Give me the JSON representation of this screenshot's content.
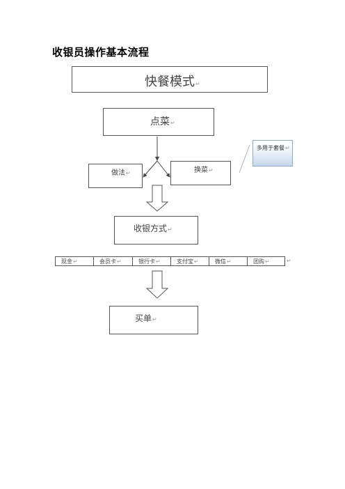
{
  "document": {
    "title": "收银员操作基本流程"
  },
  "flow": {
    "mode": "快餐模式",
    "order": "点菜",
    "method": "做法",
    "swap": "换菜",
    "note": "多用于套餐",
    "payment_title": "收银方式",
    "payments": [
      "现金",
      "会员卡",
      "银行卡",
      "支付宝",
      "微信",
      "团购"
    ],
    "checkout": "买单"
  },
  "marks": {
    "paragraph": "↵"
  },
  "colors": {
    "border": "#555555",
    "arrow_line": "#444444",
    "note_border": "#8fa8c8",
    "note_fill": "#c6d6ec"
  }
}
